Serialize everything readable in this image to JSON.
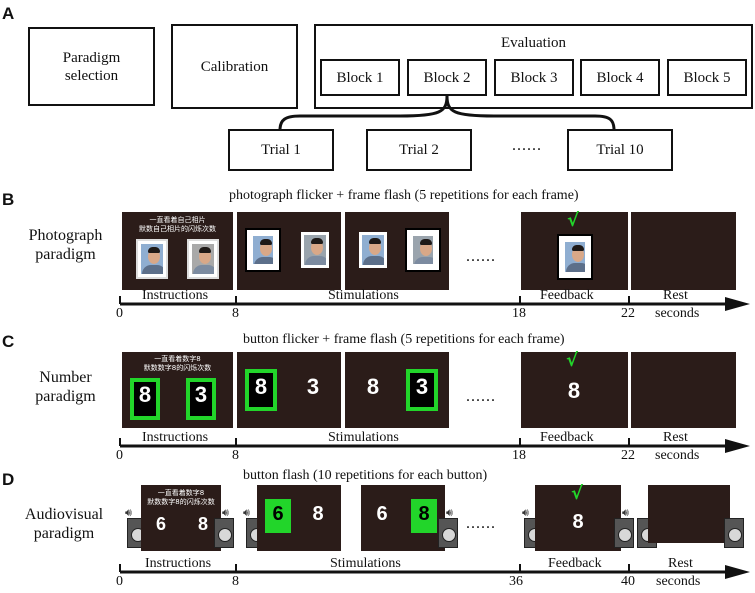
{
  "panels": {
    "a": "A",
    "b": "B",
    "c": "C",
    "d": "D"
  },
  "flow": {
    "paradigm_selection": "Paradigm selection",
    "calibration": "Calibration",
    "evaluation": "Evaluation",
    "blocks": [
      "Block 1",
      "Block 2",
      "Block 3",
      "Block 4",
      "Block 5"
    ],
    "trials": [
      "Trial 1",
      "Trial 2",
      "Trial 10"
    ],
    "ellipsis": "......"
  },
  "photograph": {
    "row_title_line1": "Photograph",
    "row_title_line2": "paradigm",
    "caption": "photograph flicker + frame flash (5 repetitions for each frame)",
    "instr_line1": "一直看着自己相片",
    "instr_line2": "默数自己相片的闪烁次数",
    "ellipsis": "......",
    "check": "√",
    "phases": [
      "Instructions",
      "Stimulations",
      "Feedback",
      "Rest"
    ],
    "unit": "seconds",
    "ticks": [
      "0",
      "8",
      "18",
      "22"
    ]
  },
  "number": {
    "row_title_line1": "Number",
    "row_title_line2": "paradigm",
    "caption": "button flicker + frame flash (5 repetitions for each frame)",
    "instr_line1": "一直看着数字8",
    "instr_line2": "默数数字8的闪烁次数",
    "digits": [
      "8",
      "3"
    ],
    "ellipsis": "......",
    "check": "√",
    "phases": [
      "Instructions",
      "Stimulations",
      "Feedback",
      "Rest"
    ],
    "unit": "seconds",
    "ticks": [
      "0",
      "8",
      "18",
      "22"
    ]
  },
  "audiovisual": {
    "row_title_line1": "Audiovisual",
    "row_title_line2": "paradigm",
    "caption": "button flash (10 repetitions for each button)",
    "instr_line1": "一直看着数字8",
    "instr_line2": "默数数字8的闪烁次数",
    "digits": [
      "6",
      "8"
    ],
    "ellipsis": "......",
    "check": "√",
    "phases": [
      "Instructions",
      "Stimulations",
      "Feedback",
      "Rest"
    ],
    "unit": "seconds",
    "ticks": [
      "0",
      "8",
      "36",
      "40"
    ]
  },
  "colors": {
    "screen": "#2b1c19",
    "highlight": "#22d52a",
    "check": "#22d52a"
  }
}
